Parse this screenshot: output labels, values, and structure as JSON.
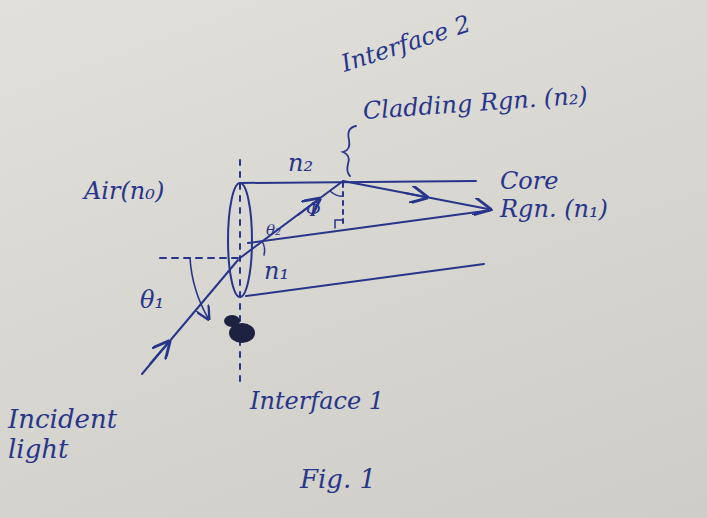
{
  "diagram": {
    "caption": "Fig. 1",
    "labels": [
      "Interface 2",
      "Cladding Rgn. (n₂)",
      "Core Rgn. (n₁)",
      "Air(n₀)",
      "n₂",
      "n₁",
      "θ₁",
      "θ₂",
      "Φ",
      "Incident light",
      "Interface 1"
    ]
  }
}
